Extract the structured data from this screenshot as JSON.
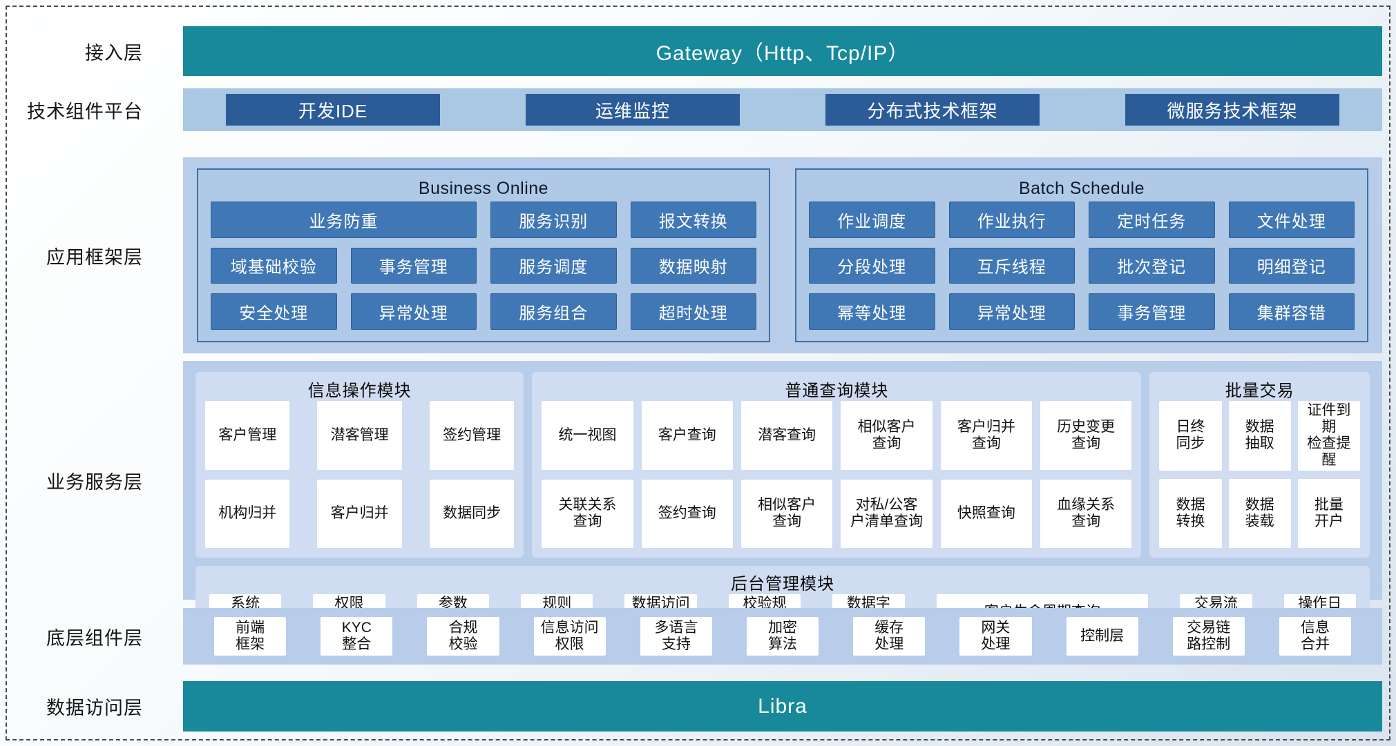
{
  "colors": {
    "teal_banner": "#17899b",
    "band_light_blue": "#aac7e4",
    "framework_band": "#b7cde9",
    "framework_panel_fill": "#b0c9e7",
    "framework_panel_border": "#3f6fa8",
    "dark_blue_button": "#2b5c98",
    "mid_blue_button": "#4077b5",
    "module_panel_fill": "#d0dcf1",
    "cell_fill": "#ffffff"
  },
  "layers": {
    "access": {
      "label": "接入层",
      "banner": "Gateway（Http、Tcp/IP）"
    },
    "tech": {
      "label": "技术组件平台",
      "items": [
        "开发IDE",
        "运维监控",
        "分布式技术框架",
        "微服务技术框架"
      ]
    },
    "framework": {
      "label": "应用框架层",
      "panels": [
        {
          "title": "Business Online",
          "cells": [
            {
              "text": "业务防重",
              "span": 2
            },
            "服务识别",
            "报文转换",
            "域基础校验",
            "事务管理",
            "服务调度",
            "数据映射",
            "安全处理",
            "异常处理",
            "服务组合",
            "超时处理"
          ]
        },
        {
          "title": "Batch Schedule",
          "cells": [
            "作业调度",
            "作业执行",
            "定时任务",
            "文件处理",
            "分段处理",
            "互斥线程",
            "批次登记",
            "明细登记",
            "幂等处理",
            "异常处理",
            "事务管理",
            "集群容错"
          ]
        }
      ]
    },
    "business": {
      "label": "业务服务层",
      "modules": [
        {
          "title": "信息操作模块",
          "cells": [
            "客户管理",
            "潜客管理",
            "签约管理",
            "机构归并",
            "客户归并",
            "数据同步"
          ]
        },
        {
          "title": "普通查询模块",
          "cells": [
            "统一视图",
            "客户查询",
            "潜客查询",
            "相似客户\n查询",
            "客户归并\n查询",
            "历史变更\n查询",
            "关联关系\n查询",
            "签约查询",
            "相似客户\n查询",
            "对私/公客\n户清单查询",
            "快照查询",
            "血缘关系\n查询"
          ]
        },
        {
          "title": "批量交易",
          "cells": [
            "日终\n同步",
            "数据\n抽取",
            "证件到期\n检查提醒",
            "数据\n转换",
            "数据\n装载",
            "批量\n开户"
          ]
        }
      ],
      "admin": {
        "title": "后台管理模块",
        "cells": [
          "系统\n管理",
          "权限\n管理",
          "参数\n管理",
          "规则\n配置",
          "数据访问\n控制",
          "校验规\n则管理",
          "数据字\n典管理",
          {
            "text": "客户生命周期查询",
            "wide": true
          },
          "交易流\n水查询",
          "操作日\n志查询"
        ]
      }
    },
    "base": {
      "label": "底层组件层",
      "cells": [
        "前端\n框架",
        "KYC\n整合",
        "合规\n校验",
        "信息访问\n权限",
        "多语言\n支持",
        "加密\n算法",
        "缓存\n处理",
        "网关\n处理",
        "控制层",
        "交易链\n路控制",
        "信息\n合并"
      ]
    },
    "data": {
      "label": "数据访问层",
      "banner": "Libra"
    }
  }
}
